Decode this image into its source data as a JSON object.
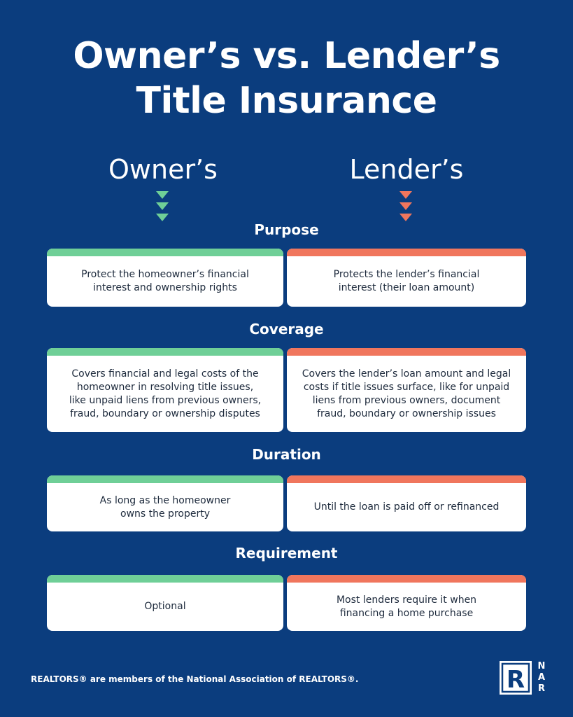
{
  "title": {
    "line1": "Owner’s vs. Lender’s",
    "line2": "Title Insurance"
  },
  "columns": {
    "owner": "Owner’s",
    "lender": "Lender’s"
  },
  "colors": {
    "background": "#0b3d7e",
    "owner_accent": "#6fcf97",
    "lender_accent": "#f0765d"
  },
  "sections": [
    {
      "label": "Purpose",
      "owner": "Protect the homeowner’s financial\ninterest and ownership rights",
      "lender": "Protects the lender’s financial\ninterest (their loan amount)"
    },
    {
      "label": "Coverage",
      "owner": "Covers financial and legal costs of the\nhomeowner in resolving title issues,\nlike unpaid liens from previous owners,\nfraud, boundary or ownership disputes",
      "lender": "Covers the lender’s loan amount and legal\ncosts if title issues surface, like for unpaid\nliens from previous owners, document\nfraud, boundary or ownership issues"
    },
    {
      "label": "Duration",
      "owner": "As long as the homeowner\nowns the property",
      "lender": "Until the loan is paid off or refinanced"
    },
    {
      "label": "Requirement",
      "owner": "Optional",
      "lender": "Most lenders require it when\nfinancing a home purchase"
    }
  ],
  "footer": {
    "disclaimer": "REALTORS® are members of the National Association of REALTORS®.",
    "logo_letter": "R",
    "logo_side": "N\nA\nR"
  }
}
